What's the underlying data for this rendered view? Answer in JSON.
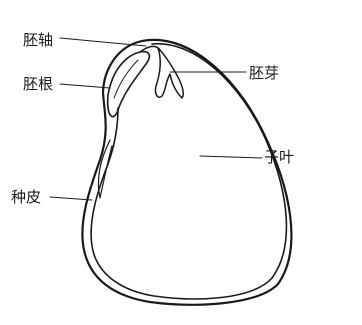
{
  "diagram": {
    "labels": {
      "hypocotyl": "胚轴",
      "radicle": "胚根",
      "plumule": "胚芽",
      "cotyledon": "子叶",
      "seed_coat": "种皮"
    },
    "colors": {
      "stroke": "#1a1a1a",
      "background": "#ffffff"
    }
  }
}
